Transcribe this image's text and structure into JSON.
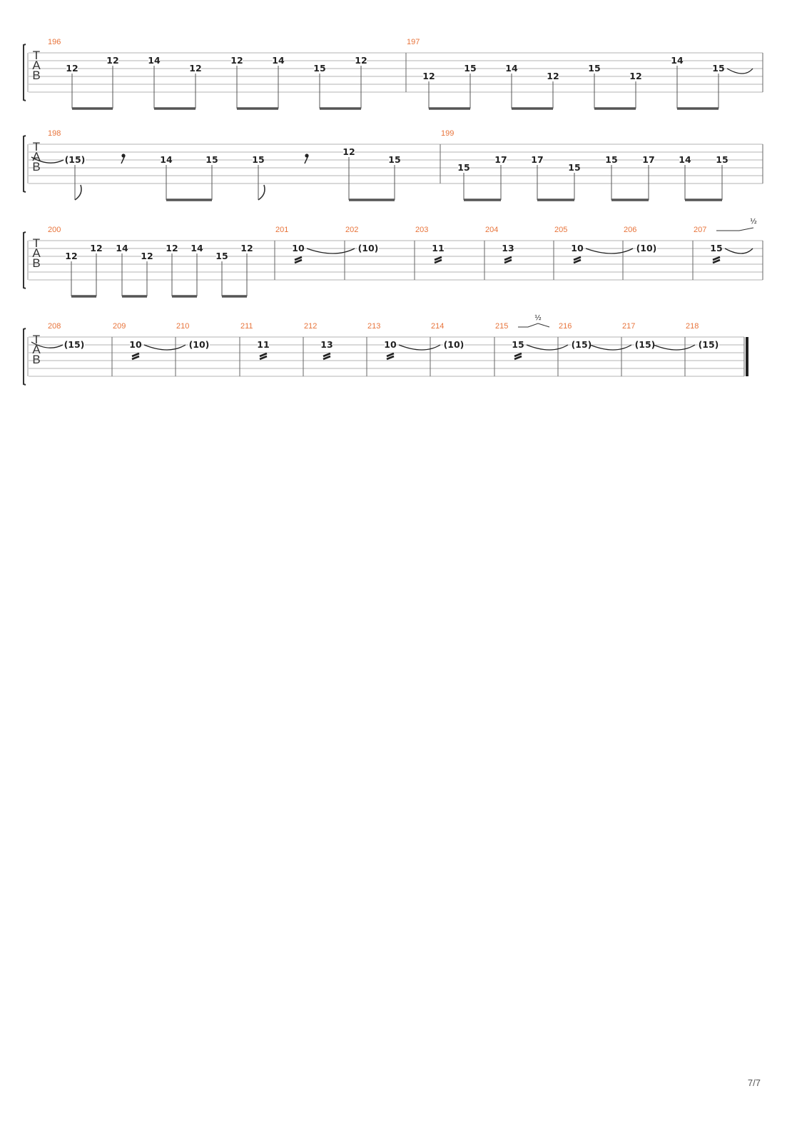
{
  "page": {
    "number": "7/7"
  },
  "colors": {
    "measure_number": "#e8743b",
    "staff_line": "#9a9a9a",
    "fret_text": "#222222",
    "beam": "#555555"
  },
  "clef": [
    "T",
    "A",
    "B"
  ],
  "rows": [
    {
      "measures": [
        {
          "number": "196",
          "notes": [
            {
              "fret": "12",
              "string": 3
            },
            {
              "fret": "12",
              "string": 2
            },
            {
              "fret": "14",
              "string": 2
            },
            {
              "fret": "12",
              "string": 3
            },
            {
              "fret": "12",
              "string": 2
            },
            {
              "fret": "14",
              "string": 2
            },
            {
              "fret": "15",
              "string": 3
            },
            {
              "fret": "12",
              "string": 2
            }
          ],
          "beams": [
            [
              0,
              1
            ],
            [
              2,
              3
            ],
            [
              4,
              5
            ],
            [
              6,
              7
            ]
          ]
        },
        {
          "number": "197",
          "notes": [
            {
              "fret": "12",
              "string": 4
            },
            {
              "fret": "15",
              "string": 3
            },
            {
              "fret": "14",
              "string": 3
            },
            {
              "fret": "12",
              "string": 4
            },
            {
              "fret": "15",
              "string": 3
            },
            {
              "fret": "12",
              "string": 4
            },
            {
              "fret": "14",
              "string": 2
            },
            {
              "fret": "15",
              "string": 3,
              "tie_out": true
            }
          ],
          "beams": [
            [
              0,
              1
            ],
            [
              2,
              3
            ],
            [
              4,
              5
            ],
            [
              6,
              7
            ]
          ]
        }
      ]
    },
    {
      "measures": [
        {
          "number": "198",
          "notes": [
            {
              "fret": "(15)",
              "string": 3,
              "tie_in": true,
              "flag": true
            },
            {
              "rest": "eighth"
            },
            {
              "fret": "14",
              "string": 3
            },
            {
              "fret": "15",
              "string": 3
            },
            {
              "fret": "15",
              "string": 3,
              "flag": true
            },
            {
              "rest": "eighth"
            },
            {
              "fret": "12",
              "string": 2
            },
            {
              "fret": "15",
              "string": 3
            }
          ],
          "beams": [
            [
              2,
              3
            ],
            [
              6,
              7
            ]
          ]
        },
        {
          "number": "199",
          "notes": [
            {
              "fret": "15",
              "string": 4
            },
            {
              "fret": "17",
              "string": 3
            },
            {
              "fret": "17",
              "string": 3
            },
            {
              "fret": "15",
              "string": 4
            },
            {
              "fret": "15",
              "string": 3
            },
            {
              "fret": "17",
              "string": 3
            },
            {
              "fret": "14",
              "string": 3
            },
            {
              "fret": "15",
              "string": 3
            }
          ],
          "beams": [
            [
              0,
              1
            ],
            [
              2,
              3
            ],
            [
              4,
              5
            ],
            [
              6,
              7
            ]
          ]
        }
      ]
    },
    {
      "measures": [
        {
          "number": "200",
          "notes": [
            {
              "fret": "12",
              "string": 3
            },
            {
              "fret": "12",
              "string": 2
            },
            {
              "fret": "14",
              "string": 2
            },
            {
              "fret": "12",
              "string": 3
            },
            {
              "fret": "12",
              "string": 2
            },
            {
              "fret": "14",
              "string": 2
            },
            {
              "fret": "15",
              "string": 3
            },
            {
              "fret": "12",
              "string": 2
            }
          ],
          "beams": [
            [
              0,
              1
            ],
            [
              2,
              3
            ],
            [
              4,
              5
            ],
            [
              6,
              7
            ]
          ]
        },
        {
          "number": "201",
          "notes": [
            {
              "fret": "10",
              "string": 2,
              "tremolo": true,
              "tie_out": true
            }
          ]
        },
        {
          "number": "202",
          "notes": [
            {
              "fret": "(10)",
              "string": 2
            }
          ]
        },
        {
          "number": "203",
          "notes": [
            {
              "fret": "11",
              "string": 2,
              "tremolo": true
            }
          ]
        },
        {
          "number": "204",
          "notes": [
            {
              "fret": "13",
              "string": 2,
              "tremolo": true
            }
          ]
        },
        {
          "number": "205",
          "notes": [
            {
              "fret": "10",
              "string": 2,
              "tremolo": true,
              "tie_out": true
            }
          ]
        },
        {
          "number": "206",
          "notes": [
            {
              "fret": "(10)",
              "string": 2
            }
          ]
        },
        {
          "number": "207",
          "notes": [
            {
              "fret": "15",
              "string": 2,
              "tremolo": true,
              "tie_out": true,
              "bend": "½",
              "bend_style": "up"
            }
          ]
        }
      ]
    },
    {
      "measures": [
        {
          "number": "208",
          "notes": [
            {
              "fret": "(15)",
              "string": 2,
              "tie_in": true
            }
          ]
        },
        {
          "number": "209",
          "notes": [
            {
              "fret": "10",
              "string": 2,
              "tremolo": true,
              "tie_out": true
            }
          ]
        },
        {
          "number": "210",
          "notes": [
            {
              "fret": "(10)",
              "string": 2
            }
          ]
        },
        {
          "number": "211",
          "notes": [
            {
              "fret": "11",
              "string": 2,
              "tremolo": true
            }
          ]
        },
        {
          "number": "212",
          "notes": [
            {
              "fret": "13",
              "string": 2,
              "tremolo": true
            }
          ]
        },
        {
          "number": "213",
          "notes": [
            {
              "fret": "10",
              "string": 2,
              "tremolo": true,
              "tie_out": true
            }
          ]
        },
        {
          "number": "214",
          "notes": [
            {
              "fret": "(10)",
              "string": 2
            }
          ]
        },
        {
          "number": "215",
          "notes": [
            {
              "fret": "15",
              "string": 2,
              "tremolo": true,
              "tie_out": true,
              "bend": "½",
              "bend_style": "release"
            }
          ]
        },
        {
          "number": "216",
          "notes": [
            {
              "fret": "(15)",
              "string": 2,
              "tie_out": true
            }
          ]
        },
        {
          "number": "217",
          "notes": [
            {
              "fret": "(15)",
              "string": 2,
              "tie_out": true
            }
          ]
        },
        {
          "number": "218",
          "notes": [
            {
              "fret": "(15)",
              "string": 2
            }
          ],
          "final": true
        }
      ]
    }
  ]
}
